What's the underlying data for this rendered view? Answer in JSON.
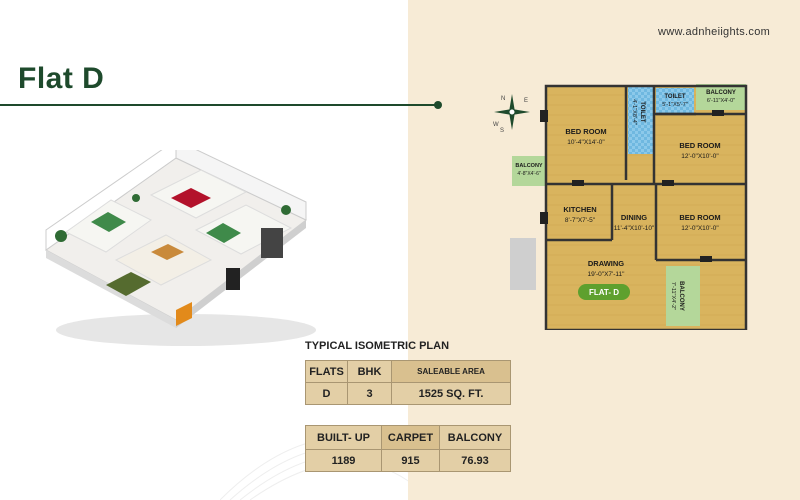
{
  "header": {
    "website": "www.adnheiights.com",
    "title": "Flat D"
  },
  "iso_caption": "TYPICAL ISOMETRIC PLAN",
  "plan": {
    "flat_label": "FLAT- D",
    "rooms": [
      {
        "name": "BED ROOM",
        "size": "10'-4\"X14'-0\""
      },
      {
        "name": "TOILET",
        "size": "4'-1\"X8'-4\""
      },
      {
        "name": "TOILET",
        "size": "5'-1\"X5'-7\""
      },
      {
        "name": "BALCONY",
        "size": "6'-11\"X4'-0\""
      },
      {
        "name": "BED ROOM",
        "size": "12'-0\"X10'-0\""
      },
      {
        "name": "BALCONY",
        "size": "4'-8\"X4'-6\""
      },
      {
        "name": "KITCHEN",
        "size": "8'-7\"X7'-5\""
      },
      {
        "name": "DINING",
        "size": "11'-4\"X10'-10\""
      },
      {
        "name": "BED ROOM",
        "size": "12'-0\"X10'-0\""
      },
      {
        "name": "DRAWING",
        "size": "19'-0\"X7'-11\""
      },
      {
        "name": "BALCONY",
        "size": "7'-11\"X4'-2\""
      }
    ],
    "compass": {
      "n": "N",
      "s": "S",
      "e": "E",
      "w": "W"
    }
  },
  "table1": {
    "headers": [
      "FLATS",
      "BHK",
      "SALEABLE AREA"
    ],
    "row": [
      "D",
      "3",
      "1525 SQ. FT."
    ]
  },
  "table2": {
    "headers": [
      "BUILT- UP",
      "CARPET",
      "BALCONY"
    ],
    "row": [
      "1189",
      "915",
      "76.93"
    ]
  },
  "colors": {
    "brand_green": "#1e4a2c",
    "right_bg": "#f7ebd6",
    "table_bg": "#e3cfa6",
    "table_border": "#a99672",
    "floor_wood": "#d9b45e",
    "wall": "#333333",
    "tile_blue": "#6fb8e0",
    "balcony_green": "#b4d79a"
  }
}
